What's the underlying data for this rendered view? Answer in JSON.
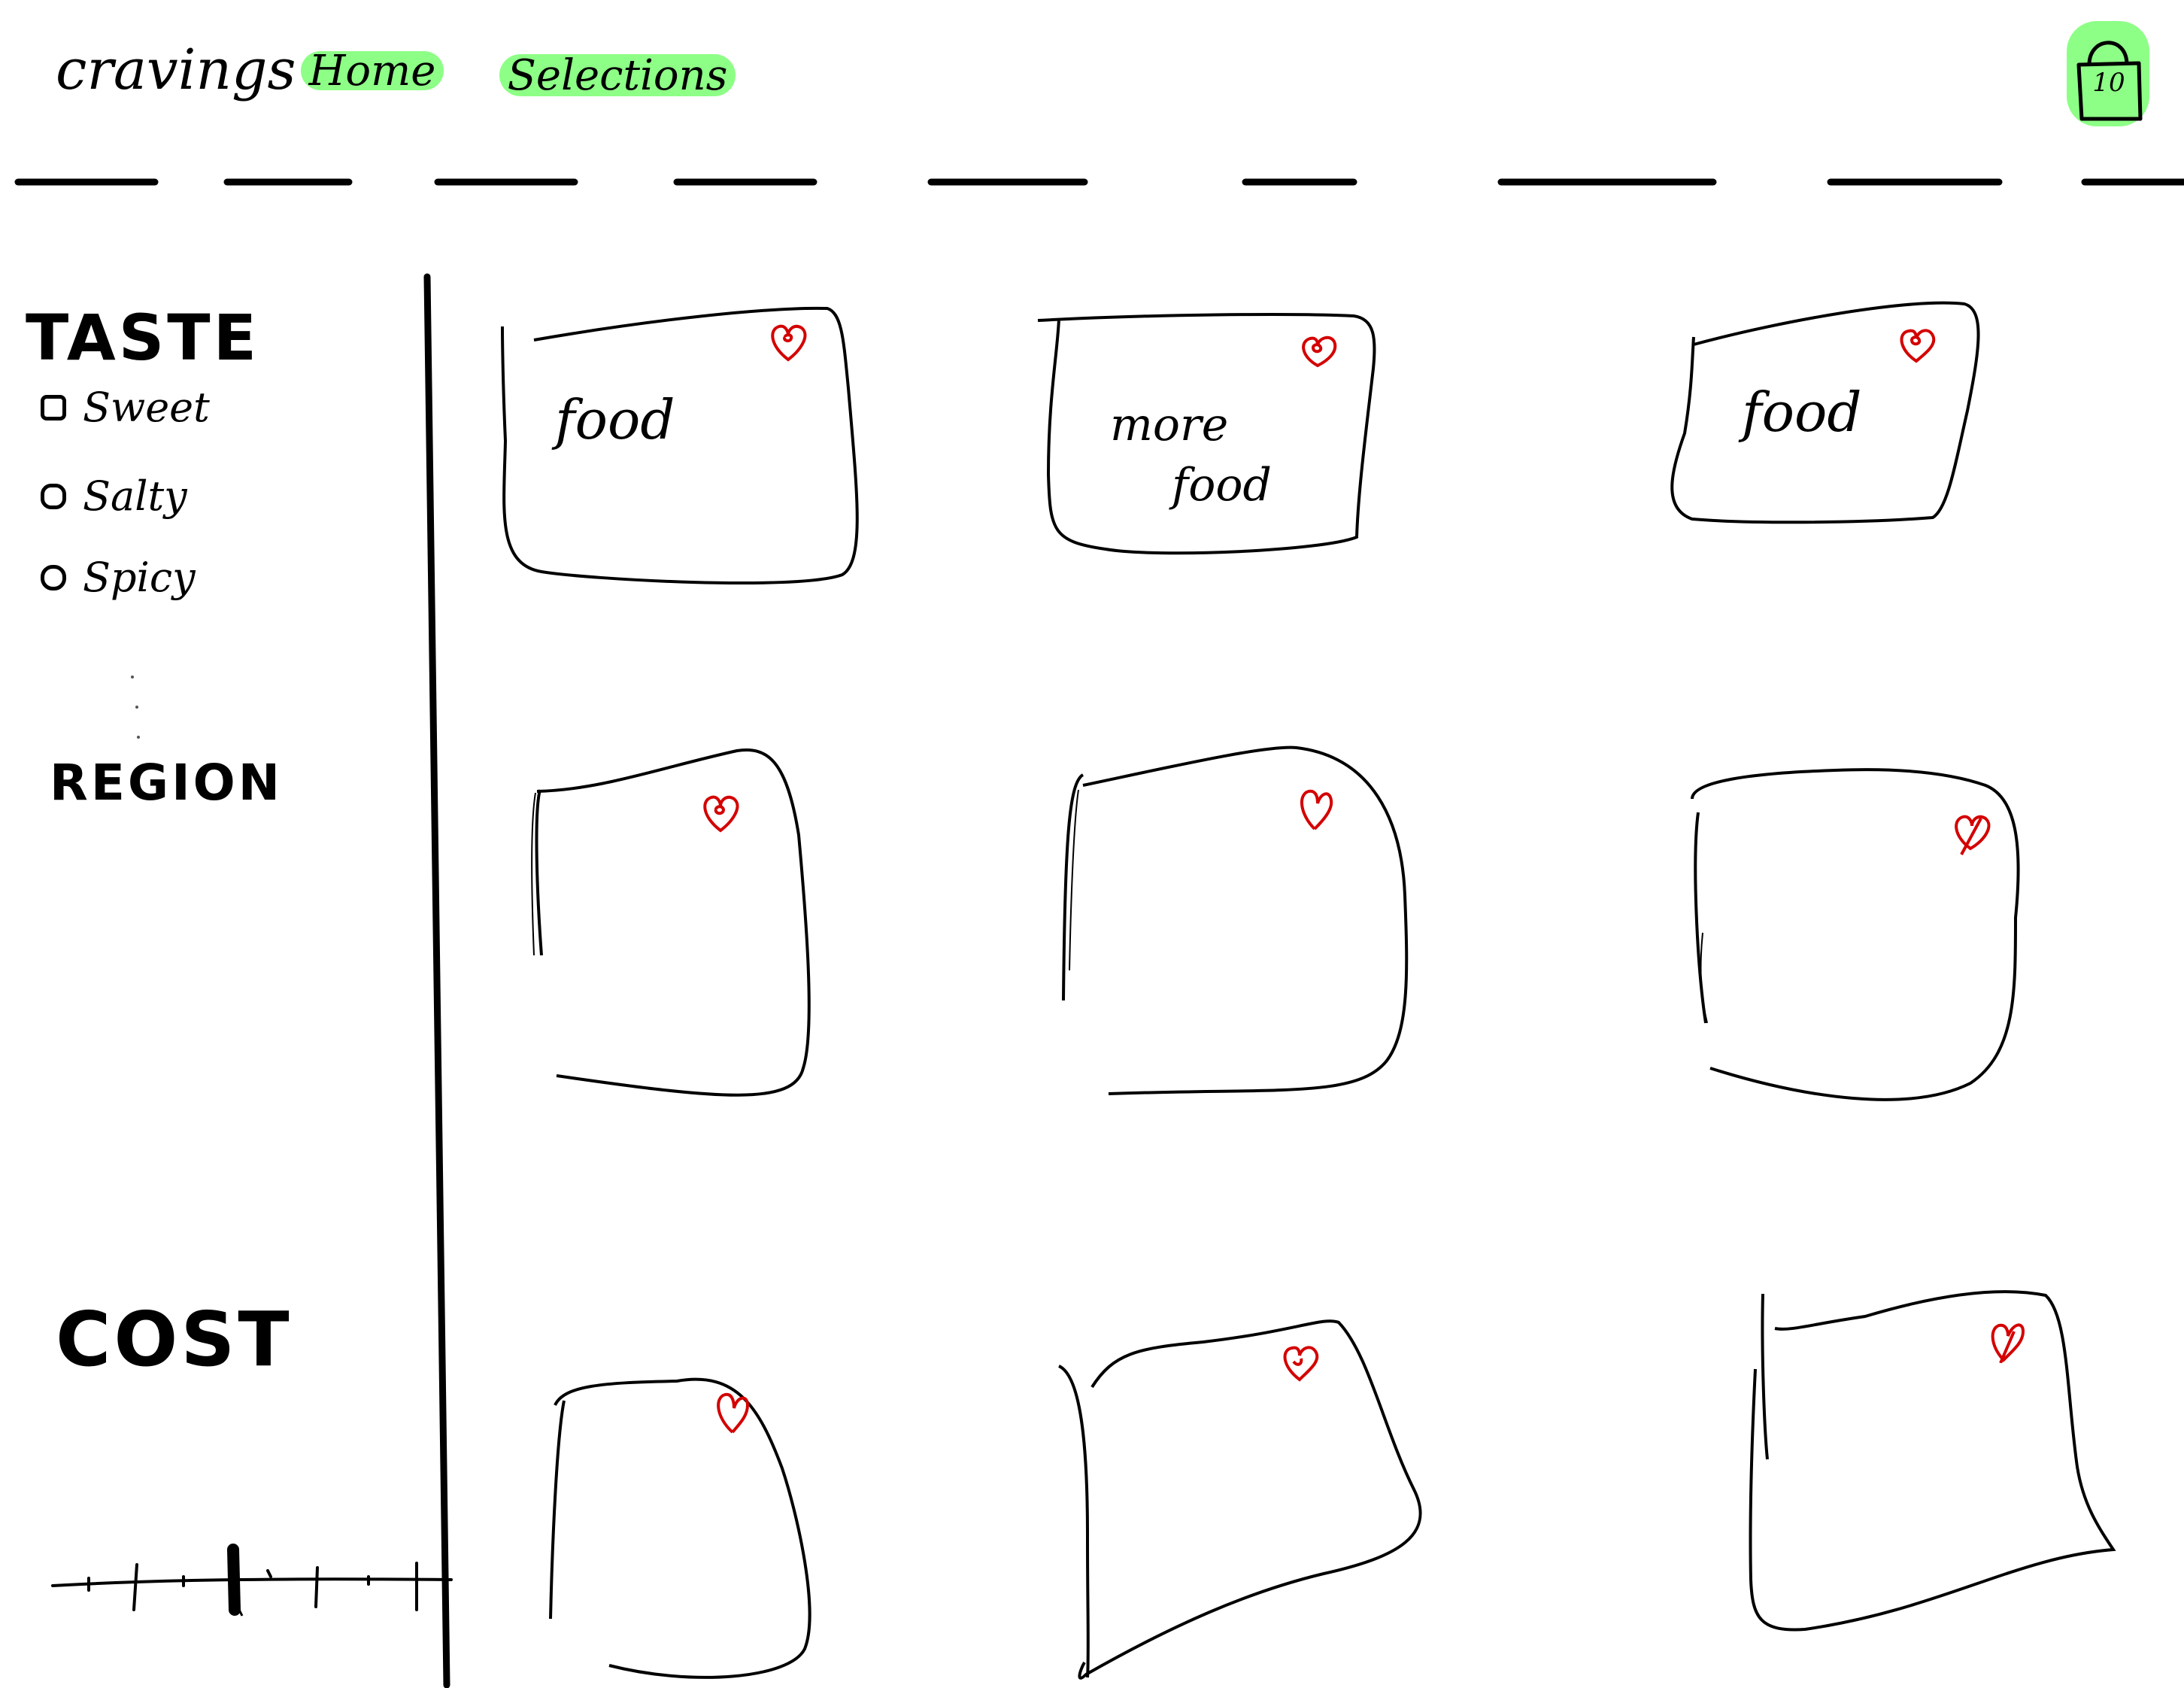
{
  "header": {
    "logo": "cravings",
    "nav": [
      {
        "label": "Home"
      },
      {
        "label": "Selections"
      }
    ],
    "cart_count": "10"
  },
  "colors": {
    "accent": "#8dff86",
    "heart": "#d40000",
    "ink": "#000000"
  },
  "sidebar": {
    "taste_title": "TASTE",
    "taste_options": [
      {
        "label": "Sweet"
      },
      {
        "label": "Salty"
      },
      {
        "label": "Spicy"
      }
    ],
    "region_title": "REGION",
    "cost_title": "COST"
  },
  "cards": [
    {
      "text": "food"
    },
    {
      "text_line1": "more",
      "text_line2": "food"
    },
    {
      "text": "food"
    },
    {},
    {},
    {},
    {},
    {},
    {}
  ]
}
